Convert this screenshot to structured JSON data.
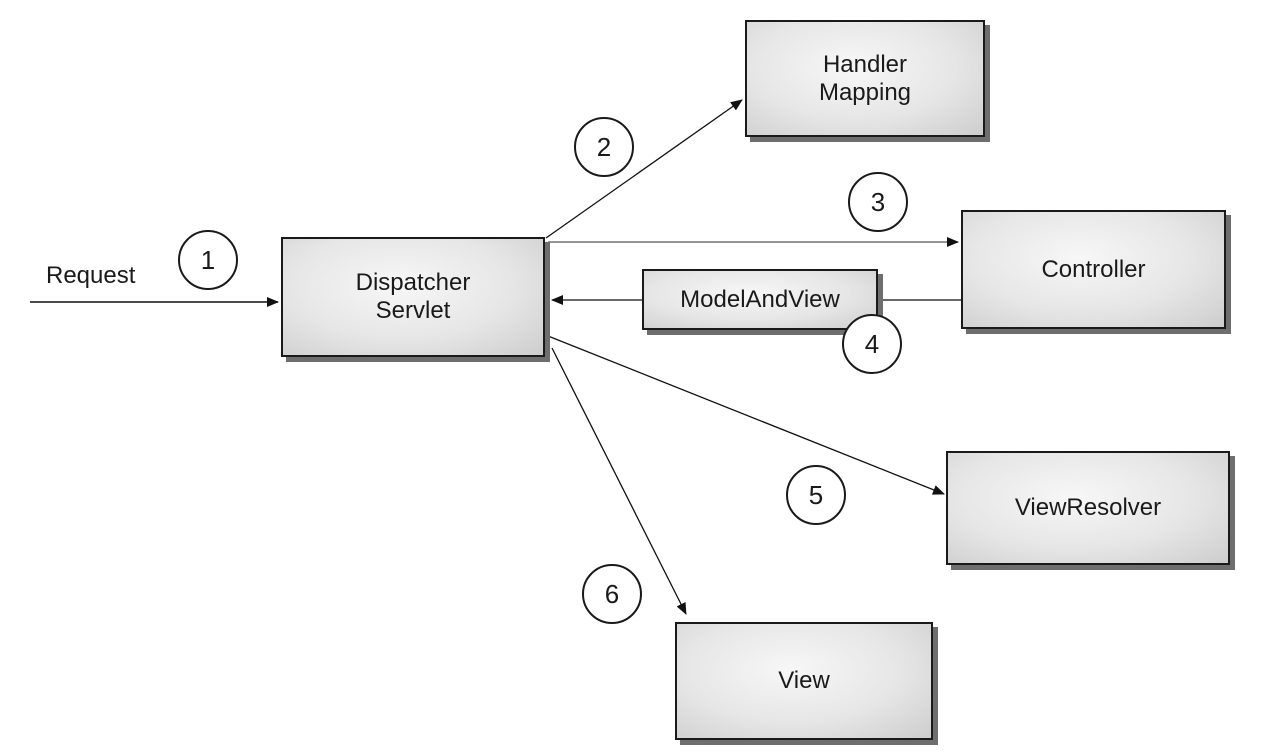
{
  "request_label": "Request",
  "nodes": {
    "dispatcher_servlet": "Dispatcher\nServlet",
    "handler_mapping": "Handler\nMapping",
    "controller": "Controller",
    "model_and_view": "ModelAndView",
    "view_resolver": "ViewResolver",
    "view": "View"
  },
  "steps": [
    "1",
    "2",
    "3",
    "4",
    "5",
    "6"
  ]
}
